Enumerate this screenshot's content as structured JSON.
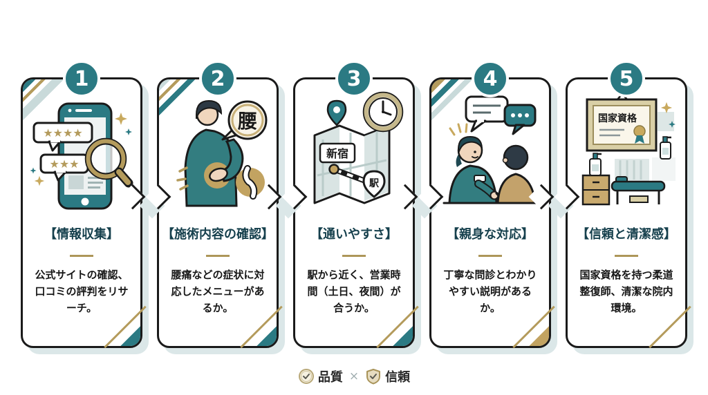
{
  "steps": [
    {
      "number": "1",
      "title": "【情報収集】",
      "desc": "公式サイトの確認、口コミの評判をリサーチ。",
      "illustration": {
        "name": "smartphone-reviews-magnifier",
        "stars_row1": "★★★★",
        "stars_row2": "★★★"
      }
    },
    {
      "number": "2",
      "title": "【施術内容の確認】",
      "desc": "腰痛などの症状に対応したメニューがあるか。",
      "illustration": {
        "name": "back-pain-person",
        "bubble_label": "腰"
      }
    },
    {
      "number": "3",
      "title": "【通いやすさ】",
      "desc": "駅から近く、営業時間（土日、夜間）が合うか。",
      "illustration": {
        "name": "map-clock-route",
        "place_label": "新宿",
        "station_label": "駅"
      }
    },
    {
      "number": "4",
      "title": "【親身な対応】",
      "desc": "丁寧な問診とわかりやすい説明があるか。",
      "illustration": {
        "name": "consultation-two-people"
      }
    },
    {
      "number": "5",
      "title": "【信頼と清潔感】",
      "desc": "国家資格を持つ柔道整復師、清潔な院内環境。",
      "illustration": {
        "name": "clinic-certificate",
        "certificate_label": "国家資格"
      }
    }
  ],
  "footer": {
    "badge_quality": "品質",
    "separator": "×",
    "badge_trust": "信頼"
  },
  "colors": {
    "teal": "#2b7a83",
    "gold": "#b49b5c",
    "tan": "#c2a361",
    "card_shadow": "#dbe7e8",
    "title_text": "#16404d",
    "border": "#1a1a1a"
  }
}
